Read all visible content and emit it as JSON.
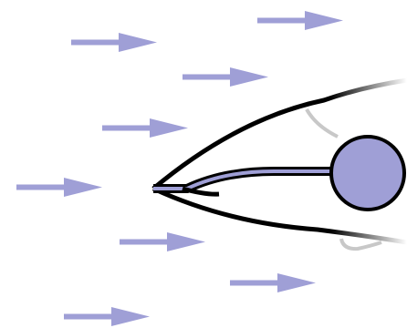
{
  "diagram": {
    "colors": {
      "arrow": "#9f9fd6",
      "ball_fill": "#9f9fd6",
      "stroke": "#000000",
      "light_stroke": "#c8c8c8",
      "center_line": "#9f9fd6",
      "background": "#ffffff"
    },
    "elements": {
      "arrows": [
        "flow-arrow",
        "flow-arrow",
        "flow-arrow",
        "flow-arrow",
        "flow-arrow",
        "flow-arrow",
        "flow-arrow",
        "flow-arrow"
      ],
      "ball": "circle",
      "wires": [
        "upper-wire",
        "center-wire",
        "lower-wire"
      ],
      "connectors": [
        "upper-connector",
        "lower-connector"
      ]
    }
  }
}
